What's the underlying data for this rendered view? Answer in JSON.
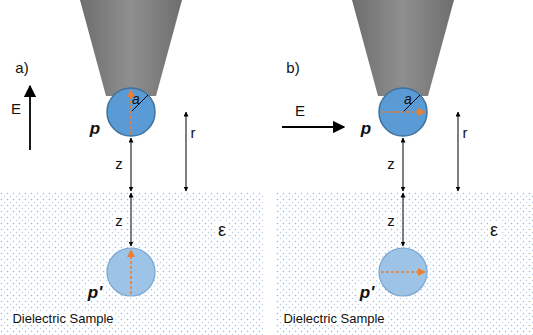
{
  "diagram": {
    "labels": [
      "a)",
      "E",
      "p",
      "a",
      "z",
      "r",
      "z",
      "ε",
      "p'",
      "Dielectric Sample",
      "b)",
      "E",
      "p",
      "a",
      "z",
      "r",
      "z",
      "ε",
      "p'",
      "Dielectric Sample"
    ]
  }
}
